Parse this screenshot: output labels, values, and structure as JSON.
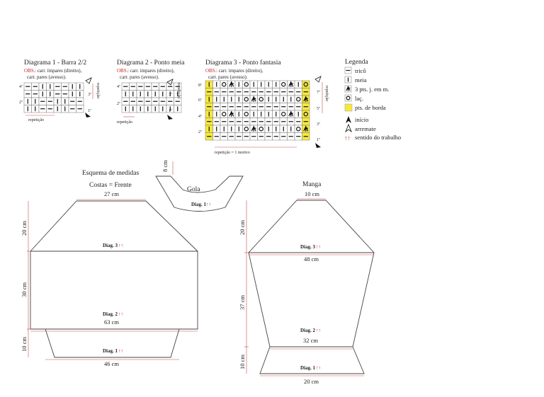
{
  "diagrams": {
    "d1": {
      "title": "Diagrama 1 - Barra 2/2",
      "obs": "OBS.",
      "obs_text": ": carr. ímpares (direito),",
      "obs_text2": "carr. pares (avesso).",
      "repeat_v": "repetição",
      "repeat_h": "repetição",
      "rows": [
        "4ª",
        "3ª",
        "2ª",
        "1ª"
      ]
    },
    "d2": {
      "title": "Diagrama 2 - Ponto meia",
      "obs": "OBS.",
      "obs_text": ": carr. impares (direito),",
      "obs_text2": "carr. pares (avesso).",
      "repeat_v": "repetição",
      "repeat_h": "repetição",
      "rows": [
        "4ª",
        "3ª",
        "2ª",
        "1ª"
      ]
    },
    "d3": {
      "title": "Diagrama 3 - Ponto fantasia",
      "obs": "OBS.",
      "obs_text": ": carr. impares (direito),",
      "obs_text2": "carr. pares (avesso).",
      "repeat_v": "repetição",
      "repeat_h": "repetição = 1 motivo",
      "rows_left": [
        "8ª",
        "6ª",
        "4ª",
        "2ª"
      ],
      "rows_right": [
        "7ª",
        "5ª",
        "3ª",
        "1ª"
      ]
    }
  },
  "legend": {
    "title": "Legenda",
    "items": [
      "tricô",
      "meia",
      "3 pts. j. em m.",
      "laç.",
      "pts. de borda",
      "início",
      "arremate",
      "sentido do trabalho"
    ],
    "border_color": "#f7e93c"
  },
  "schema": {
    "title": "Esquema de medidas",
    "costas_title": "Costas = Frente",
    "gola_title": "Gola",
    "manga_title": "Manga",
    "body": {
      "top_w": "27 cm",
      "d3": "Diag. 3",
      "d2": "Diag. 2",
      "d1": "Diag. 1",
      "w63": "63 cm",
      "w46": "46 cm",
      "h20": "20 cm",
      "h30": "30 cm",
      "h10": "10 cm"
    },
    "gola": {
      "h8": "8 cm",
      "d1": "Diag. 1"
    },
    "manga": {
      "top_w": "10 cm",
      "d3": "Diag. 3",
      "w48": "48 cm",
      "d2": "Diag. 2",
      "w32": "32 cm",
      "d1": "Diag. 1",
      "w20": "20 cm",
      "h20": "20 cm",
      "h37": "37 cm",
      "h10": "10 cm"
    },
    "arrows": "↑↑"
  }
}
